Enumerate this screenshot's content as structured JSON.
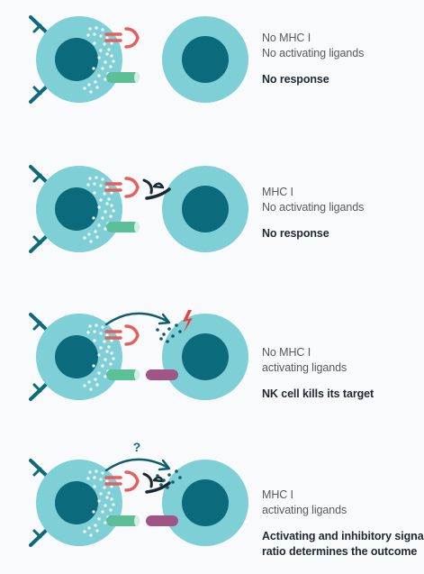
{
  "colors": {
    "cell_light": "#7fcfd6",
    "nucleus": "#0b6b7c",
    "inhibitory_receptor": "#e4605e",
    "activating_receptor": "#5cbf98",
    "activating_ligand": "#a05587",
    "mhc_ligand": "#1a2a33",
    "arrow": "#0f5d6c",
    "bolt": "#e0454b",
    "granules": "#ffffff",
    "background": "#f9fafb"
  },
  "icons": [
    "red-lightning-bolt",
    "question-mark",
    "curved-arrow",
    "granule-dots"
  ],
  "panels": [
    {
      "condition_1": "No MHC I",
      "condition_2": "No activating ligands",
      "result": [
        "No response"
      ],
      "mhc": false,
      "activating_ligand": false,
      "kill_arrow": false,
      "question": false,
      "bolt": false
    },
    {
      "condition_1": "MHC I",
      "condition_2": "No activating ligands",
      "result": [
        "No response"
      ],
      "mhc": true,
      "activating_ligand": false,
      "kill_arrow": false,
      "question": false,
      "bolt": false
    },
    {
      "condition_1": "No MHC I",
      "condition_2": "activating ligands",
      "result": [
        "NK cell kills its target"
      ],
      "mhc": false,
      "activating_ligand": true,
      "kill_arrow": true,
      "question": false,
      "bolt": true
    },
    {
      "condition_1": "MHC I",
      "condition_2": "activating ligands",
      "result": [
        "Activating and inhibitory signal",
        "ratio determines the outcome"
      ],
      "mhc": true,
      "activating_ligand": true,
      "kill_arrow": true,
      "question": true,
      "bolt": false
    }
  ],
  "question_mark": "?"
}
